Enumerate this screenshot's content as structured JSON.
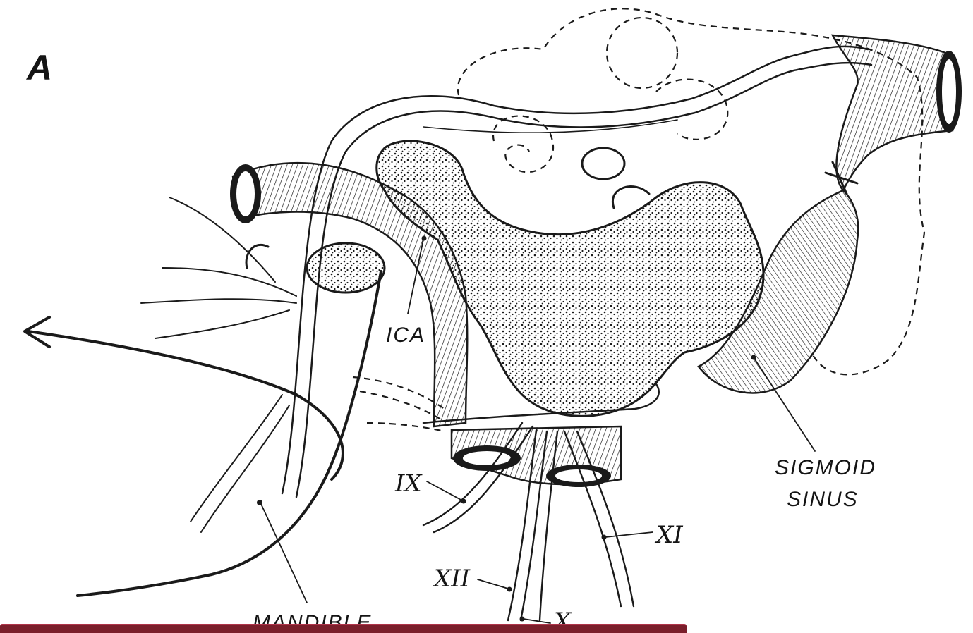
{
  "figure": {
    "panel_label": "A",
    "labels": {
      "ica": "ICA",
      "sigmoid_line1": "SIGMOID",
      "sigmoid_line2": "SINUS",
      "mandible": "MANDIBLE",
      "cn9": "IX",
      "cn11": "XI",
      "cn12": "XII",
      "cn10": "X"
    }
  },
  "colors": {
    "ink": "#1a1a1a",
    "paper": "#ffffff",
    "bar": "#7a1f2b"
  }
}
